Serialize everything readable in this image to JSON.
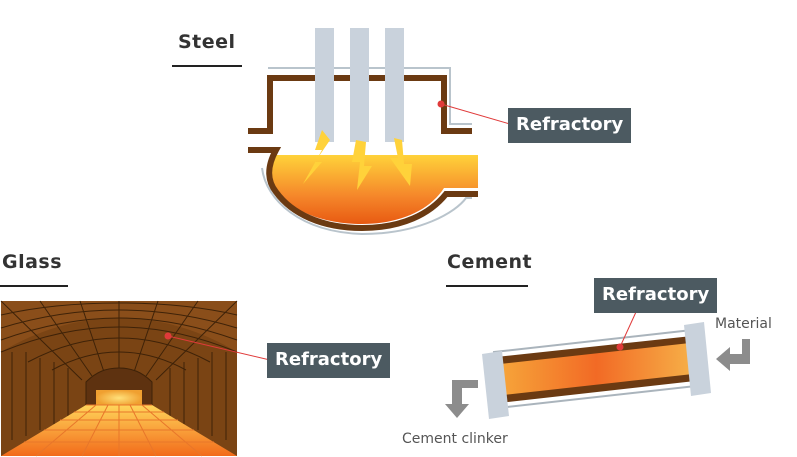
{
  "sections": {
    "steel": {
      "title": "Steel",
      "callout": "Refractory"
    },
    "glass": {
      "title": "Glass",
      "callout": "Refractory"
    },
    "cement": {
      "title": "Cement",
      "callout": "Refractory",
      "input_label": "Material",
      "output_label": "Cement clinker"
    }
  },
  "colors": {
    "refractory_brown": "#6b3a12",
    "molten_orange": "#f07a1a",
    "molten_yellow": "#ffd23a",
    "electrode_gray": "#c9d2dc",
    "label_bg": "#4c5a61",
    "pointer_red": "#e03a3a",
    "arrow_gray": "#8c8c8c"
  },
  "icons": [
    "electrode-icon",
    "spark-icon",
    "down-arrow-icon",
    "left-arrow-icon"
  ]
}
